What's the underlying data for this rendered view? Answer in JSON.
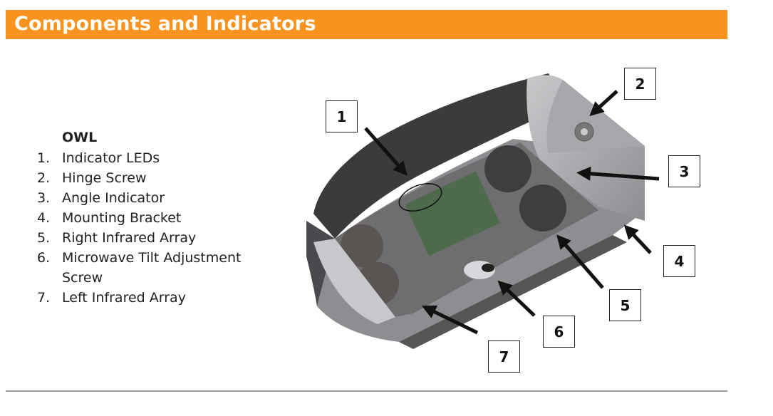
{
  "header": {
    "title": "Components and Indicators",
    "color": "#F7931E"
  },
  "list": {
    "title": "OWL",
    "items": [
      {
        "num": "1.",
        "label": "Indicator LEDs"
      },
      {
        "num": "2.",
        "label": "Hinge Screw"
      },
      {
        "num": "3.",
        "label": "Angle Indicator"
      },
      {
        "num": "4.",
        "label": "Mounting Bracket"
      },
      {
        "num": "5.",
        "label": "Right Infrared Array"
      },
      {
        "num": "6.",
        "label": "Microwave Tilt Adjustment Screw"
      },
      {
        "num": "7.",
        "label": "Left Infrared Array"
      }
    ]
  },
  "callouts": [
    "1",
    "2",
    "3",
    "4",
    "5",
    "6",
    "7"
  ]
}
